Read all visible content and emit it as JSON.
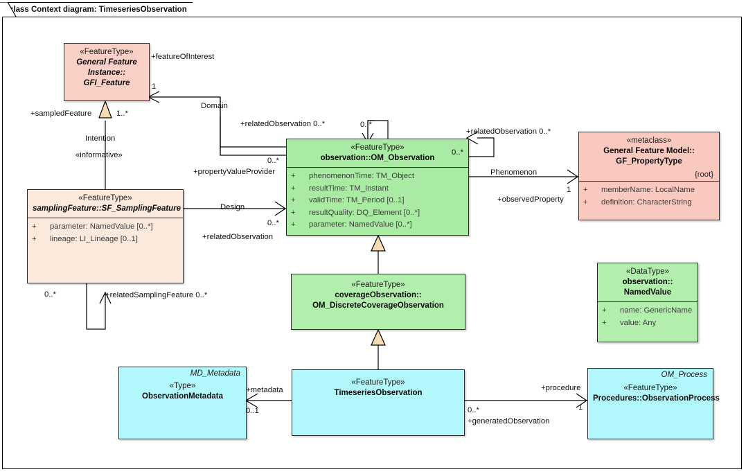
{
  "diagram": {
    "title": "class Context diagram: TimeseriesObservation",
    "type": "uml-class-diagram",
    "colors": {
      "feature_type_pink": "#f9cfc6",
      "sampling_feature_peach": "#fbe9db",
      "observation_green": "#aaeba4",
      "timeseries_cyan": "#b1f7fb",
      "generalization_triangle": "#f6dcb4",
      "line": "#000000"
    }
  },
  "classes": {
    "gfi_feature": {
      "stereotype": "«FeatureType»",
      "name_line1": "General Feature",
      "name_line2": "Instance::",
      "name_line3": "GFI_Feature"
    },
    "sampling_feature": {
      "stereotype": "«FeatureType»",
      "name": "samplingFeature::SF_SamplingFeature",
      "attributes": [
        {
          "visibility": "+",
          "text": "parameter: NamedValue [0..*]"
        },
        {
          "visibility": "+",
          "text": "lineage: LI_Lineage [0..1]"
        }
      ]
    },
    "om_observation": {
      "stereotype": "«FeatureType»",
      "name": "observation::OM_Observation",
      "corner_multiplicity": "0..*",
      "attributes": [
        {
          "visibility": "+",
          "text": "phenomenonTime: TM_Object"
        },
        {
          "visibility": "+",
          "text": "resultTime: TM_Instant"
        },
        {
          "visibility": "+",
          "text": "validTime: TM_Period [0..1]"
        },
        {
          "visibility": "+",
          "text": "resultQuality: DQ_Element [0..*]"
        },
        {
          "visibility": "+",
          "text": "parameter: NamedValue [0..*]"
        }
      ]
    },
    "gf_propertytype": {
      "stereotype": "«metaclass»",
      "name_line1": "General Feature Model::",
      "name_line2": "GF_PropertyType",
      "tag": "{root}",
      "attributes": [
        {
          "visibility": "+",
          "text": "memberName: LocalName"
        },
        {
          "visibility": "+",
          "text": "definition: CharacterString"
        }
      ]
    },
    "discrete_coverage_observation": {
      "stereotype": "«FeatureType»",
      "name_line1": "coverageObservation::",
      "name_line2": "OM_DiscreteCoverageObservation"
    },
    "named_value": {
      "stereotype": "«DataType»",
      "name_line1": "observation::",
      "name_line2": "NamedValue",
      "attributes": [
        {
          "visibility": "+",
          "text": "name: GenericName"
        },
        {
          "visibility": "+",
          "text": "value: Any"
        }
      ]
    },
    "observation_metadata": {
      "alias": "MD_Metadata",
      "stereotype": "«Type»",
      "name": "ObservationMetadata"
    },
    "timeseries_observation": {
      "stereotype": "«FeatureType»",
      "name": "TimeseriesObservation"
    },
    "observation_process": {
      "alias": "OM_Process",
      "stereotype": "«FeatureType»",
      "name": "Procedures::ObservationProcess"
    }
  },
  "connector_labels": {
    "feature_of_interest": "+featureOfInterest",
    "foi_mult": "1",
    "sampled_feature": "+sampledFeature",
    "sampled_feature_mult": "1..*",
    "intention": "Intention",
    "informative": "«informative»",
    "domain": "Domain",
    "related_observation_domain": "+relatedObservation 0..*",
    "self_loop_mult": "0..*",
    "property_value_provider_mult": "0..*",
    "property_value_provider": "+propertyValueProvider",
    "design": "Design",
    "design_mult": "0..*",
    "related_observation_design": "+relatedObservation",
    "related_observation_self": "+relatedObservation 0..*",
    "phenomenon": "Phenomenon",
    "observed_property": "+observedProperty",
    "observed_property_mult": "1",
    "related_sampling_feature": "+relatedSamplingFeature 0..*",
    "related_sampling_feature_mult": "0..*",
    "metadata": "+metadata",
    "metadata_mult": "0..1",
    "procedure": "+procedure",
    "procedure_mult": "1",
    "generated_observation_mult": "0..*",
    "generated_observation": "+generatedObservation"
  }
}
